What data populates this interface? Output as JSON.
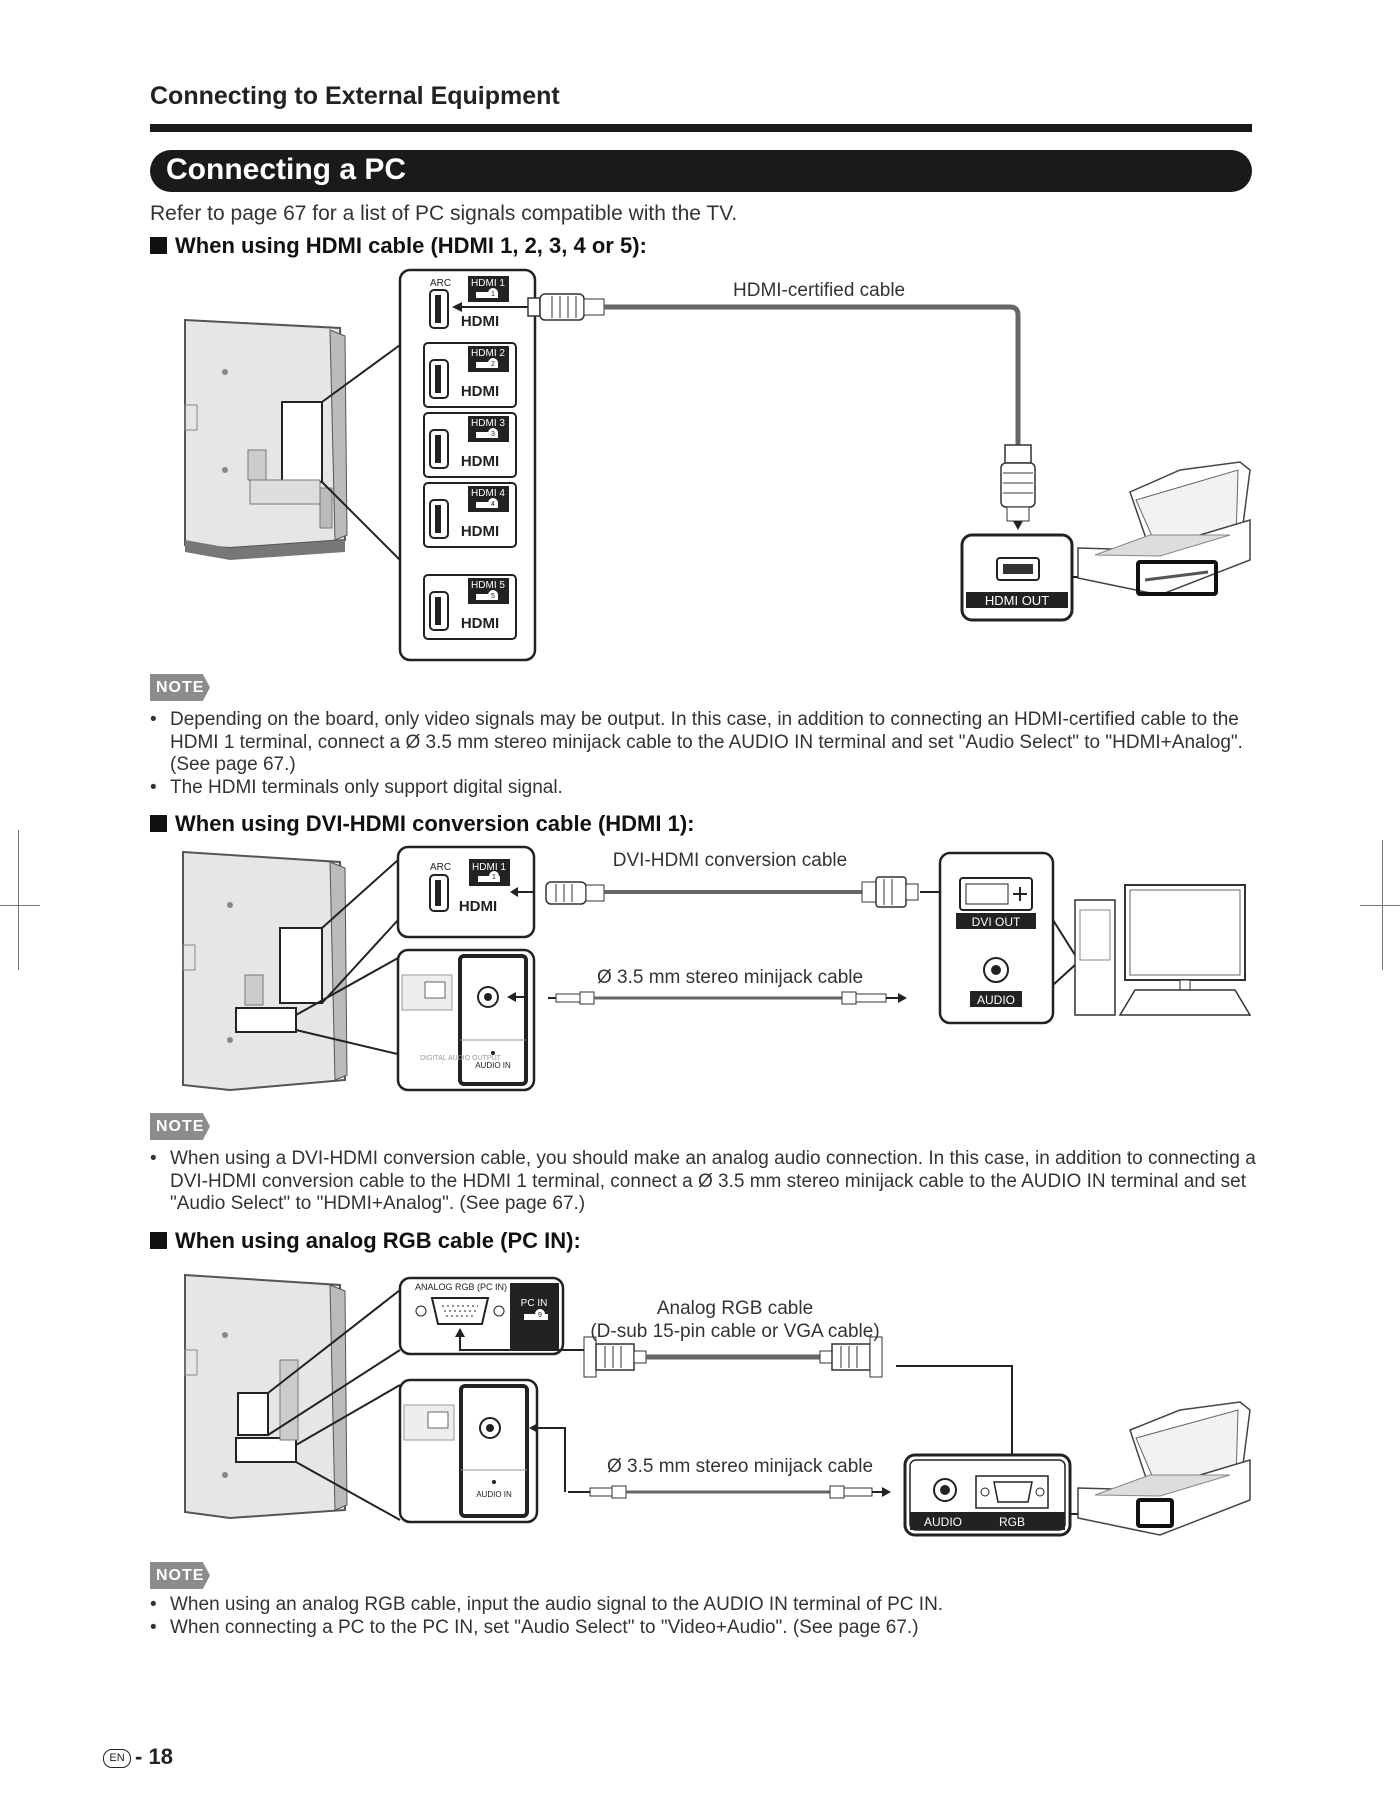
{
  "header": {
    "section": "Connecting to External Equipment",
    "title": "Connecting a PC"
  },
  "intro": "Refer to page 67 for a list of PC signals compatible with the TV.",
  "hdmi": {
    "heading": "When using HDMI cable (HDMI 1, 2, 3, 4 or 5):",
    "cable_label": "HDMI-certified cable",
    "arc": "ARC",
    "ports": [
      "HDMI 1",
      "HDMI 2",
      "HDMI 3",
      "HDMI 4",
      "HDMI 5"
    ],
    "port_nums": [
      "1",
      "2",
      "3",
      "4",
      "5"
    ],
    "logo": "HDMI",
    "pc_port": "HDMI OUT",
    "note_badge": "NOTE",
    "notes": [
      "Depending on the board, only video signals may be output. In this case, in addition to connecting an HDMI-certified cable to the HDMI 1 terminal, connect a Ø 3.5 mm stereo minijack cable to the AUDIO IN terminal and set \"Audio Select\" to \"HDMI+Analog\". (See page 67.)",
      "The HDMI terminals only support digital signal."
    ]
  },
  "dvi": {
    "heading": "When using DVI-HDMI conversion cable (HDMI 1):",
    "cable_label": "DVI-HDMI conversion cable",
    "audio_cable_label": "Ø 3.5 mm stereo minijack cable",
    "arc": "ARC",
    "port": "HDMI 1",
    "port_num": "1",
    "logo": "HDMI",
    "pc_dvi": "DVI OUT",
    "pc_audio": "AUDIO",
    "tv_audio": "AUDIO IN",
    "tv_digital": "DIGITAL AUDIO OUTPUT",
    "note_badge": "NOTE",
    "notes": [
      "When using a DVI-HDMI conversion cable, you should make an analog audio connection. In this case, in addition to connecting a DVI-HDMI conversion cable to the HDMI 1 terminal, connect a Ø 3.5 mm stereo minijack cable to the AUDIO IN terminal and set \"Audio Select\" to \"HDMI+Analog\". (See page 67.)"
    ]
  },
  "rgb": {
    "heading": "When using analog RGB cable (PC IN):",
    "cable_label_1": "Analog RGB cable",
    "cable_label_2": "(D-sub 15-pin cable or VGA cable)",
    "audio_cable_label": "Ø 3.5 mm stereo minijack cable",
    "tv_port": "ANALOG RGB (PC IN)",
    "pc_in": "PC IN",
    "pc_in_num": "9",
    "tv_audio": "AUDIO IN",
    "pc_audio": "AUDIO",
    "pc_rgb": "RGB",
    "note_badge": "NOTE",
    "notes": [
      "When using an analog RGB cable, input the audio signal to the AUDIO IN terminal of PC IN.",
      "When connecting a PC to the PC IN, set \"Audio Select\" to \"Video+Audio\". (See page 67.)"
    ]
  },
  "footer": {
    "lang": "EN",
    "page": "18"
  }
}
